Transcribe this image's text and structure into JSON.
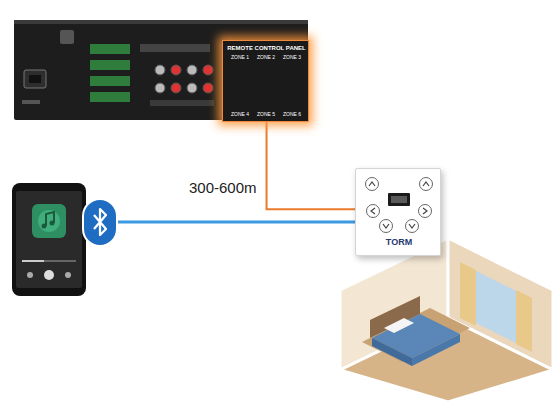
{
  "diagram": {
    "nodes": [
      {
        "text": [
          "REMOTE CONTROL PANEL",
          "ZONE 1",
          "ZONE 2",
          "ZONE 3",
          "ZONE 4",
          "ZONE 5",
          "ZONE 6"
        ]
      },
      {
        "text": [
          "TORM"
        ]
      }
    ],
    "edges": [
      {
        "from": 0,
        "to": 1,
        "label": "300-600m",
        "arrow": "none"
      }
    ]
  }
}
